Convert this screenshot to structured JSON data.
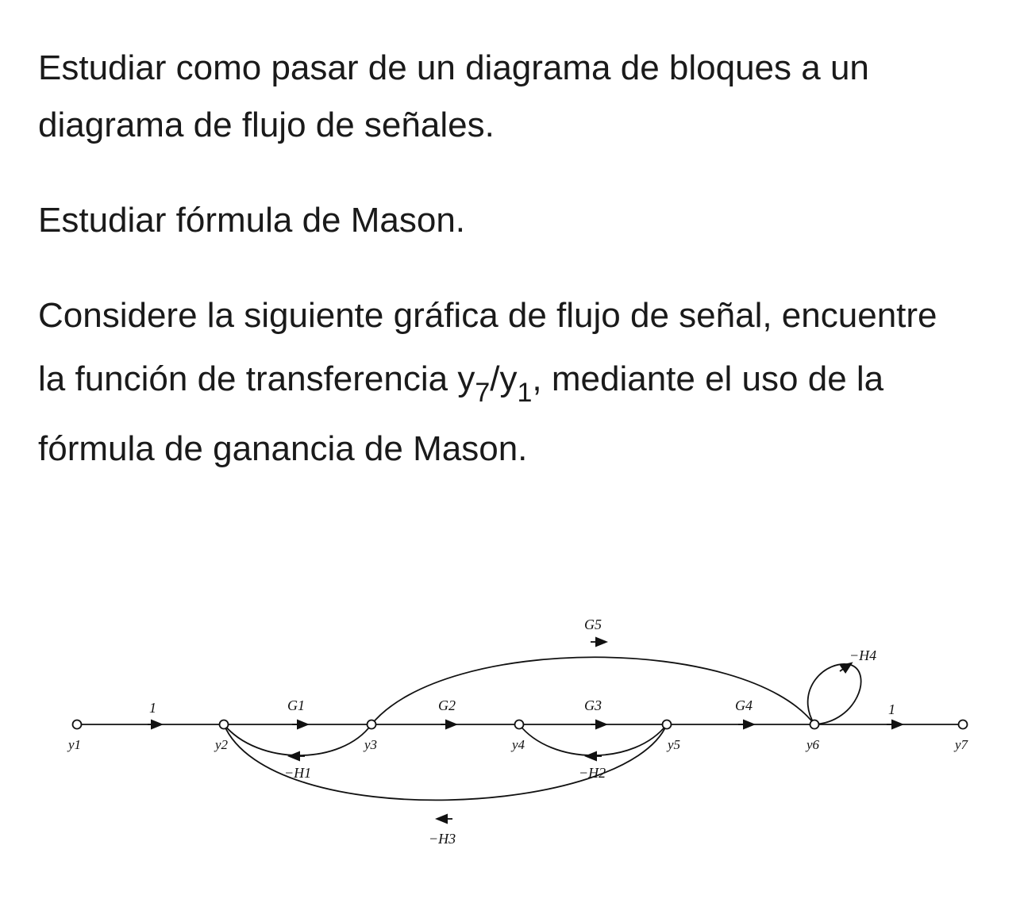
{
  "text": {
    "para1": "Estudiar como pasar de un diagrama de bloques a un diagrama de flujo de señales.",
    "para2": "Estudiar fórmula de Mason.",
    "para3_line1": "Considere la siguiente gráfica de flujo de señal, encuentre",
    "para3_a": "la función de transferencia y",
    "para3_sub1": "7",
    "para3_b": "/y",
    "para3_sub2": "1",
    "para3_c": ", mediante el uso de la",
    "para3_line3": "fórmula de ganancia de Mason."
  },
  "diagram": {
    "nodes": {
      "y1": "y1",
      "y2": "y2",
      "y3": "y3",
      "y4": "y4",
      "y5": "y5",
      "y6": "y6",
      "y7": "y7"
    },
    "gains": {
      "in": "1",
      "G1": "G1",
      "G2": "G2",
      "G3": "G3",
      "G4": "G4",
      "G5": "G5",
      "out": "1",
      "H1": "−H1",
      "H2": "−H2",
      "H3": "−H3",
      "H4": "−H4"
    }
  }
}
